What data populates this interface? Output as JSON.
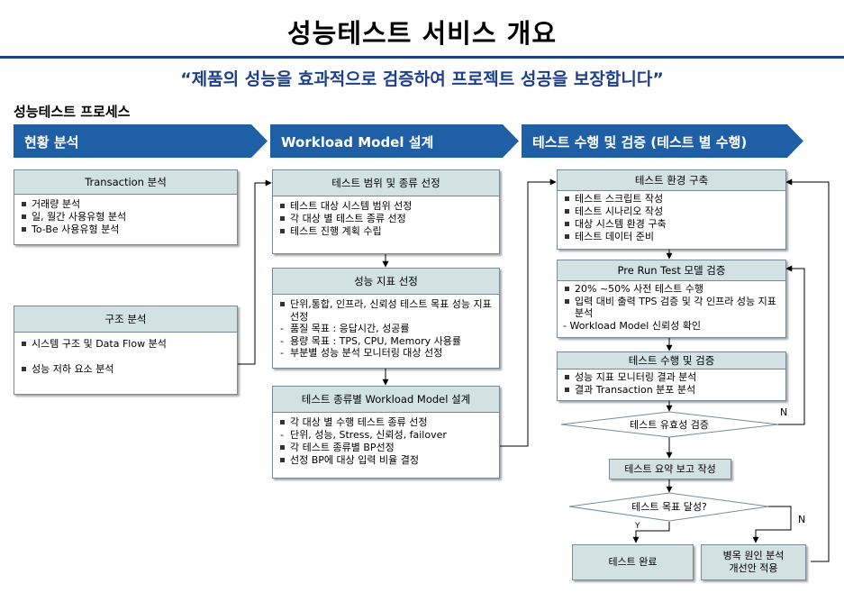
{
  "page": {
    "title": "성능테스트 서비스 개요",
    "subtitle": "“제품의 성능을 효과적으로 검증하여 프로젝트 성공을 보장합니다”",
    "process_title": "성능테스트 프로세스"
  },
  "colors": {
    "banner": "#1f5fa6",
    "header_fill": "#d2e1e2",
    "rule": "#1f3f8a"
  },
  "phases": [
    "현황 분석",
    "Workload Model 설계",
    "테스트 수행 및 검증 (테스트 별 수행)"
  ],
  "analysis": {
    "transaction": {
      "header": "Transaction 분석",
      "items": [
        "거래량 분석",
        "일, 월간 사용유형 분석",
        "To-Be 사용유형 분석"
      ]
    },
    "structure": {
      "header": "구조 분석",
      "items": [
        "시스템 구조 및 Data Flow 분석",
        "성능 저하 요소 분석"
      ]
    }
  },
  "workload": {
    "scope": {
      "header": "테스트 범위 및 종류 선정",
      "items": [
        "테스트 대상 시스템 범위 선정",
        "각 대상 별 테스트 종류 선정",
        "테스트 진행 계획 수립"
      ]
    },
    "kpi": {
      "header": "성능 지표 선정",
      "items": [
        "단위,통합, 인프라, 신뢰성 테스트 목표 성능 지표 선정"
      ],
      "sub_items": [
        "품질 목표 : 응답시간, 성공률",
        "용량 목표 : TPS, CPU, Memory 사용률",
        "부분별 성능 분석 모니터링 대상 선정"
      ]
    },
    "design": {
      "header": "테스트 종류별 Workload Model 설계",
      "item1": "각 대상 별 수행 테스트 종류 선정",
      "sub1": "단위, 성능, Stress, 신뢰성, failover",
      "item2": "각 테스트 종류별 BP선정",
      "item3": "선정 BP에 대상 입력 비율 결정"
    }
  },
  "execution": {
    "env": {
      "header": "테스트 환경 구축",
      "items": [
        "테스트 스크립트 작성",
        "테스트 시나리오 작성",
        "대상 시스템 환경 구축",
        "테스트 데이터 준비"
      ]
    },
    "prerun": {
      "header": "Pre Run Test 모델 검증",
      "items": [
        "20% ~50% 사전 테스트 수행",
        "입력 대비 출력 TPS 검증 및 각 인프라 성능 지표 분석"
      ],
      "plain_item": "- Workload Model 신뢰성 확인"
    },
    "run": {
      "header": "테스트 수행 및 검증",
      "items": [
        "성능 지표 모니터링 결과 분석",
        "결과 Transaction 분포 분석"
      ]
    },
    "validity_check": "테스트 유효성 검증",
    "summary_report": "테스트 요약 보고 작성",
    "goal_check": "테스트 목표 달성?",
    "complete": "테스트 완료",
    "bottleneck": [
      "병목 원인 분석",
      "개선안 적용"
    ],
    "label_n1": "N",
    "label_n2": "N",
    "label_y": "Y"
  }
}
